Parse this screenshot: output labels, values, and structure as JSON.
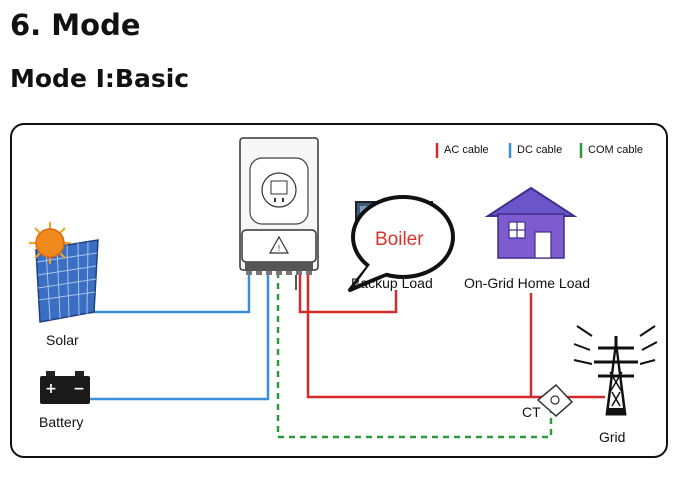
{
  "page": {
    "title": "6. Mode",
    "subtitle": "Mode I:Basic"
  },
  "legend": {
    "ac": {
      "label": "AC cable",
      "color": "#d62a2a"
    },
    "dc": {
      "label": "DC cable",
      "color": "#3b8fd8"
    },
    "com": {
      "label": "COM cable",
      "color": "#2a9a3a"
    }
  },
  "components": {
    "solar": {
      "label": "Solar",
      "icon": "solar-panel-icon"
    },
    "battery": {
      "label": "Battery",
      "icon": "battery-icon"
    },
    "inverter": {
      "icon": "inverter-icon"
    },
    "backup": {
      "label": "Backup Load",
      "icon": "monitor-icon"
    },
    "boiler": {
      "label": "Boiler"
    },
    "home": {
      "label": "On-Grid Home Load",
      "icon": "house-icon"
    },
    "ct": {
      "label": "CT",
      "icon": "ct-clamp-icon"
    },
    "grid": {
      "label": "Grid",
      "icon": "pylon-icon"
    }
  }
}
